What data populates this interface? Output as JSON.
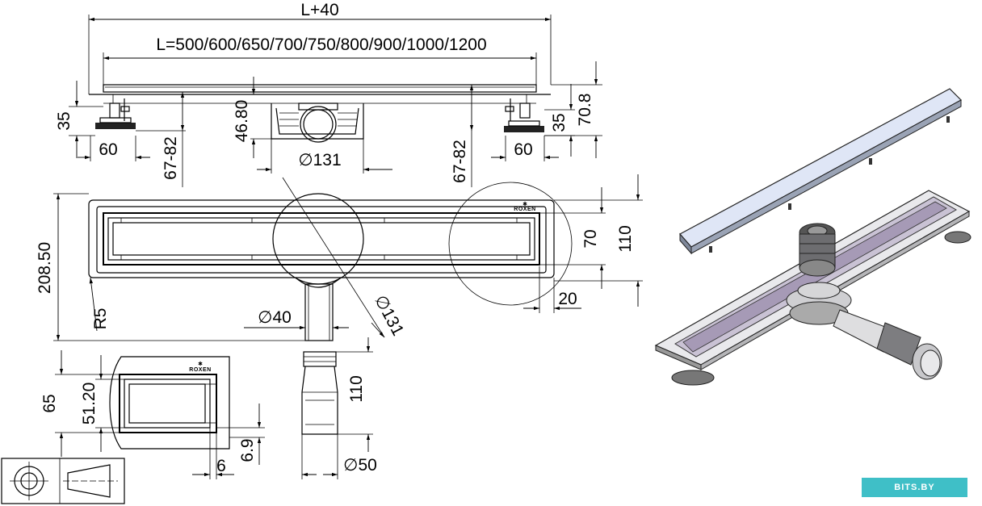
{
  "diagram": {
    "brand_small": "ROXEN",
    "watermark": "BITS.BY",
    "dims": {
      "total_length": "L+40",
      "lengths": "L=500/600/650/700/750/800/900/1000/1200",
      "foot_height_left": "35",
      "foot_width_left": "60",
      "adjust_left": "67-82",
      "outlet_height": "46.80",
      "outlet_dia": "∅131",
      "adjust_right": "67-82",
      "foot_height_right": "35",
      "foot_width_right": "60",
      "total_height": "70.8",
      "width_total": "208.50",
      "corner_radius": "R5",
      "pipe_dia": "∅40",
      "outlet_dia_plan": "∅131",
      "channel_width_inner": "70",
      "channel_width_outer": "110",
      "end_offset": "20",
      "detail_65": "65",
      "detail_51": "51.20",
      "detail_6": "6",
      "detail_69": "6.9",
      "pipe_length": "110",
      "pipe_outer_dia": "∅50"
    }
  }
}
